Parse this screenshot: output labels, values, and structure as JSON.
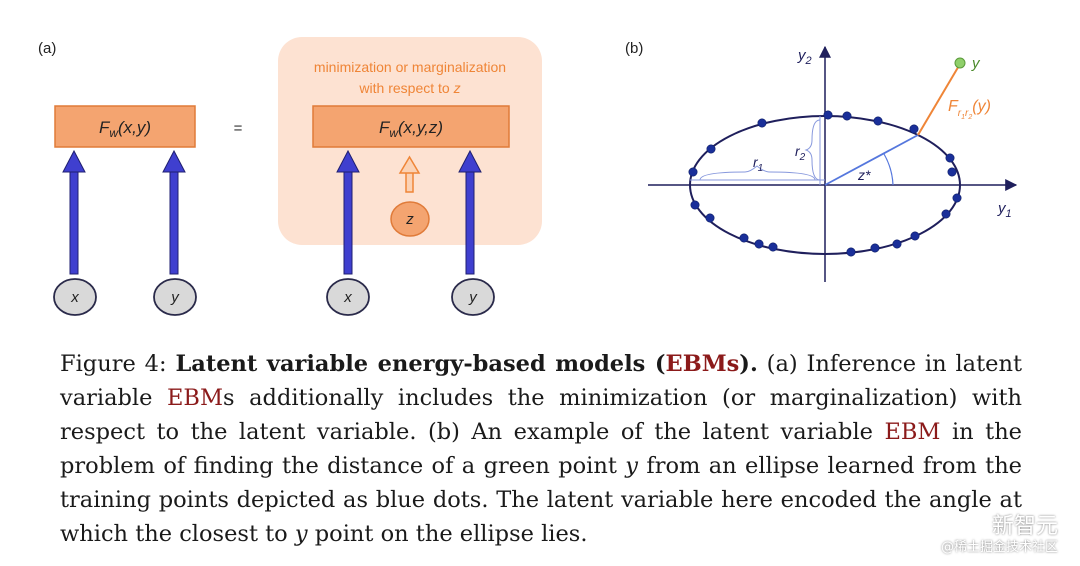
{
  "panel_a": {
    "label": "(a)",
    "box_left": "F_w(x,y)",
    "equals": "=",
    "minimization_line1": "minimization or marginalization",
    "minimization_line2": "with respect to z",
    "box_right": "F_w(x,y,z)",
    "node_x": "x",
    "node_y": "y",
    "node_z": "z",
    "colors": {
      "orange_box": "#f4a470",
      "orange_border": "#e07b39",
      "region": "#fde2d2",
      "arrow": "#3f3fcf",
      "node": "#d9d9d9",
      "orange_text": "#ef8537"
    }
  },
  "panel_b": {
    "label": "(b)",
    "axis_y1": "y1",
    "axis_y2": "y2",
    "r1": "r1",
    "r2": "r2",
    "zstar": "z*",
    "point_y": "y",
    "energy": "F",
    "energy_sub": "r1r2",
    "energy_arg": "(y)",
    "colors": {
      "ellipse": "#1f1f5c",
      "dot": "#1a2f99",
      "green": "#7fbf5a",
      "line": "#5577dd",
      "orange": "#ef8537"
    }
  },
  "caption": {
    "prefix": "Figure 4: ",
    "title_a": "Latent variable energy-based models (",
    "title_ebm": "EBMs",
    "title_b": ").",
    "s1a": " (a) Inference in latent variable ",
    "s1ebm": "EBM",
    "s1b": "s additionally includes the minimization (or marginalization) with respect to the latent variable. (b) An example of the latent variable ",
    "s2ebm": "EBM",
    "s2a": " in the problem of finding the distance of a green point ",
    "s2y": "y",
    "s2b": " from an ellipse learned from the training points depicted as blue dots. The latent variable here encoded the angle at which the closest to ",
    "s2y2": "y",
    "s2c": " point on the ellipse lies."
  },
  "watermark": {
    "line1": "新智元",
    "line2": "@稀土掘金技术社区"
  }
}
